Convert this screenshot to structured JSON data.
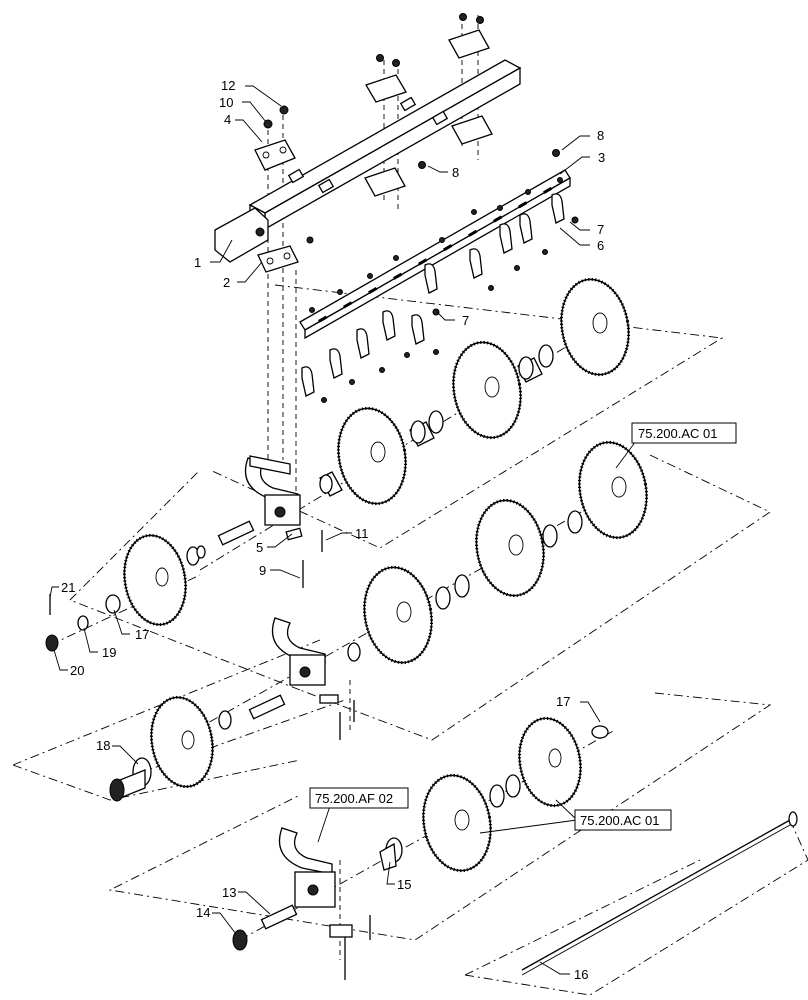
{
  "callouts": {
    "c1": "1",
    "c2": "2",
    "c3": "3",
    "c4": "4",
    "c5": "5",
    "c6": "6",
    "c7a": "7",
    "c7b": "7",
    "c8a": "8",
    "c8b": "8",
    "c9": "9",
    "c10": "10",
    "c11": "11",
    "c12": "12",
    "c13": "13",
    "c14": "14",
    "c15": "15",
    "c16": "16",
    "c17a": "17",
    "c17b": "17",
    "c18": "18",
    "c19": "19",
    "c20": "20",
    "c21": "21"
  },
  "references": {
    "ref_ac_top": "75.200.AC 01",
    "ref_af": "75.200.AF 02",
    "ref_ac_bottom": "75.200.AC 01"
  }
}
